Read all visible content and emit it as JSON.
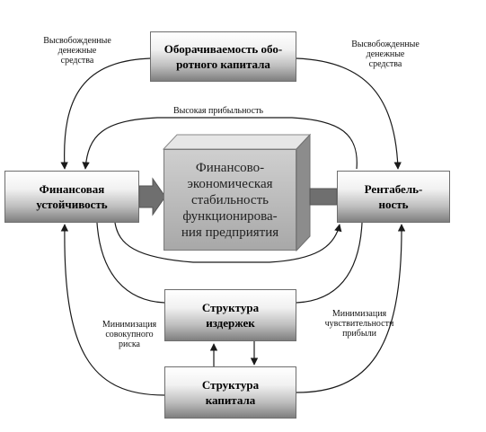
{
  "boxes": {
    "financial_stability": {
      "line1": "Финансовая",
      "line2": "устойчивость"
    },
    "turnover": {
      "line1": "Оборачиваемость обо-",
      "line2": "ротного капитала"
    },
    "profitability": {
      "line1": "Рентабель-",
      "line2": "ность"
    },
    "cost_structure": {
      "line1": "Структура",
      "line2": "издержек"
    },
    "capital_structure": {
      "line1": "Структура",
      "line2": "капитала"
    }
  },
  "center": {
    "lines": [
      "Финансово-",
      "экономическая",
      "стабильность",
      "функционирова-",
      "ния  предприятия"
    ]
  },
  "labels": {
    "released_funds_left": [
      "Высвобожденные",
      "денежные",
      "средства"
    ],
    "released_funds_right": [
      "Высвобожденные",
      "денежные",
      "средства"
    ],
    "high_profitability": "Высокая прибыльность",
    "min_total_risk": [
      "Минимизация",
      "совокупного",
      "риска"
    ],
    "min_profit_sensitivity": [
      "Минимизация",
      "чувствительности",
      "прибыли"
    ]
  },
  "colors": {
    "line": "#1a1a1a",
    "block_arrow": "#6f6f6f",
    "box_light": "#ffffff",
    "box_dark": "#7f7f7f"
  }
}
